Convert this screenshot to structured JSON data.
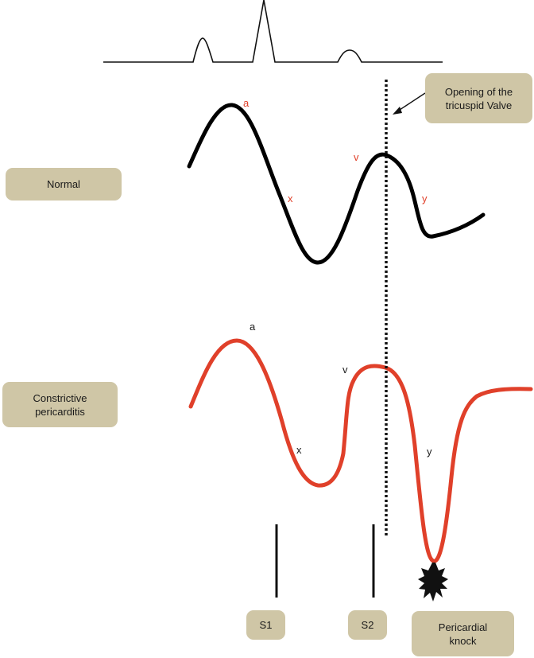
{
  "boxes": {
    "opening": "Opening of the tricuspid Valve",
    "normal": "Normal",
    "constrictive": "Constrictive pericarditis",
    "s1": "S1",
    "s2": "S2",
    "knock": "Pericardial knock"
  },
  "wave_labels": {
    "normal": {
      "a": "a",
      "v": "v",
      "x": "x",
      "y": "y"
    },
    "constrictive": {
      "a": "a",
      "v": "v",
      "x": "x",
      "y": "y"
    }
  },
  "colors": {
    "normal_trace": "#000000",
    "constrictive_trace": "#e0402a",
    "normal_labels": "#e0402a",
    "constrictive_labels": "#1a1a1a",
    "box_fill": "#cfc6a6"
  }
}
